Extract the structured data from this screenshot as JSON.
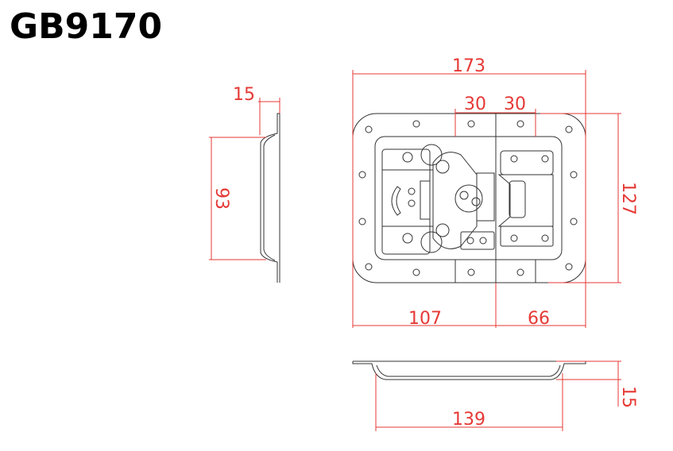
{
  "title": "GB9170",
  "dimensions": {
    "overall_width": "173",
    "hole_offset_left": "30",
    "hole_offset_right": "30",
    "overall_height": "127",
    "left_to_center": "107",
    "center_to_right": "66",
    "side_depth": "15",
    "side_recess_height": "93",
    "bottom_depth": "15",
    "recess_width": "139"
  },
  "colors": {
    "dimension": "#e53935",
    "outline": "#333333"
  }
}
